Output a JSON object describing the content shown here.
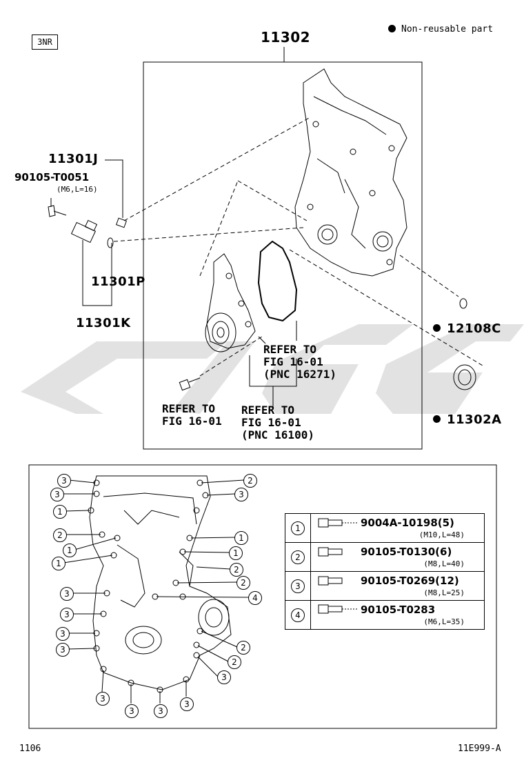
{
  "engine_tag": "3NR",
  "legend_note": "Non-reusable part",
  "parts": {
    "p11302": "11302",
    "p11301J": "11301J",
    "p90105_T0051": "90105-T0051",
    "p90105_T0051_spec": "(M6,L=16)",
    "p11301P": "11301P",
    "p11301K": "11301K",
    "p12108C": "12108C",
    "p11302A": "11302A"
  },
  "refer_notes": {
    "r1": "REFER TO\nFIG 16-01\n(PNC 16271)",
    "r2": "REFER TO\nFIG 16-01",
    "r3": "REFER TO\nFIG 16-01\n(PNC 16100)"
  },
  "bolt_table": [
    {
      "num": "1",
      "part": "9004A-10198(5)",
      "spec": "(M10,L=48)"
    },
    {
      "num": "2",
      "part": "90105-T0130(6)",
      "spec": "(M8,L=40)"
    },
    {
      "num": "3",
      "part": "90105-T0269(12)",
      "spec": "(M8,L=25)"
    },
    {
      "num": "4",
      "part": "90105-T0283",
      "spec": "(M6,L=35)"
    }
  ],
  "callouts_lower": {
    "c1": "3",
    "c2": "3",
    "c3": "1",
    "c4": "2",
    "c5": "1",
    "c6": "1",
    "c7": "3",
    "c8": "3",
    "c9": "3",
    "c10": "3",
    "c11": "2",
    "c12": "3",
    "c13": "1",
    "c14": "1",
    "c15": "2",
    "c16": "2",
    "c17": "4",
    "c18": "2",
    "c19": "2",
    "c20": "3",
    "c21": "3",
    "c22": "3",
    "c23": "3",
    "c24": "3"
  },
  "footer": {
    "page": "1106",
    "figure": "11E999-A"
  }
}
